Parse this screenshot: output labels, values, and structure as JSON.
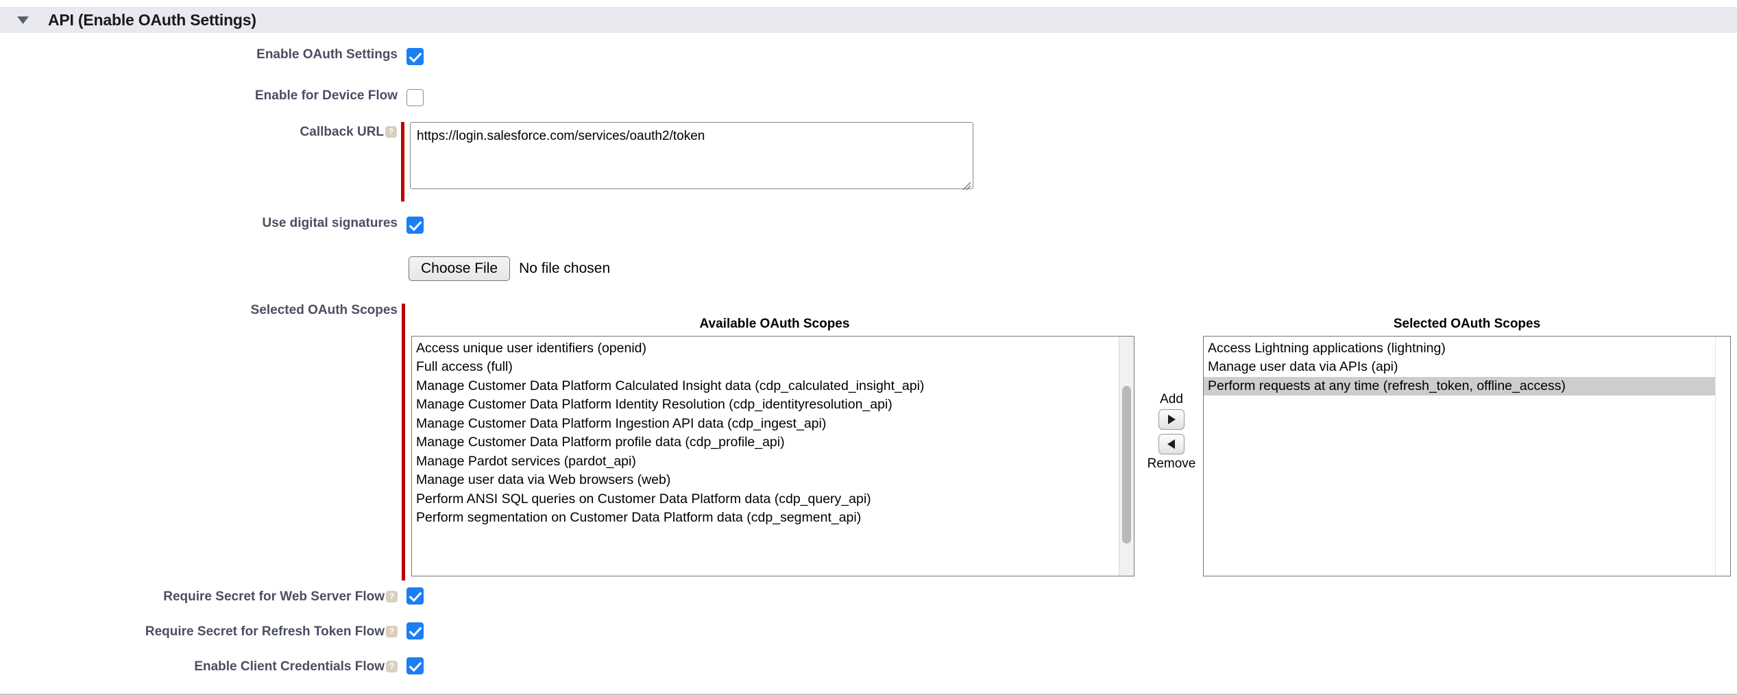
{
  "section": {
    "title": "API (Enable OAuth Settings)",
    "twisty_icon": "triangle-down-icon",
    "expanded": true
  },
  "fields": {
    "enable_oauth": {
      "label": "Enable OAuth Settings",
      "checked": true
    },
    "device_flow": {
      "label": "Enable for Device Flow",
      "checked": false
    },
    "callback_url": {
      "label": "Callback URL",
      "help_icon": "help-icon",
      "required": true,
      "value": "https://login.salesforce.com/services/oauth2/token",
      "placeholder": ""
    },
    "digital_signatures": {
      "label": "Use digital signatures",
      "checked": true
    },
    "file_upload": {
      "button_label": "Choose File",
      "status_text": "No file chosen"
    },
    "selected_scopes_label": {
      "label": "Selected OAuth Scopes",
      "required": true
    },
    "require_secret_web_server": {
      "label": "Require Secret for Web Server Flow",
      "help_icon": "help-icon",
      "checked": true
    },
    "require_secret_refresh_token": {
      "label": "Require Secret for Refresh Token Flow",
      "help_icon": "help-icon",
      "checked": true
    },
    "enable_client_credentials": {
      "label": "Enable Client Credentials Flow",
      "help_icon": "help-icon",
      "checked": true
    }
  },
  "scopes": {
    "available_title": "Available OAuth Scopes",
    "selected_title": "Selected OAuth Scopes",
    "available": [
      "Access unique user identifiers (openid)",
      "Full access (full)",
      "Manage Customer Data Platform Calculated Insight data (cdp_calculated_insight_api)",
      "Manage Customer Data Platform Identity Resolution (cdp_identityresolution_api)",
      "Manage Customer Data Platform Ingestion API data (cdp_ingest_api)",
      "Manage Customer Data Platform profile data (cdp_profile_api)",
      "Manage Pardot services (pardot_api)",
      "Manage user data via Web browsers (web)",
      "Perform ANSI SQL queries on Customer Data Platform data (cdp_query_api)",
      "Perform segmentation on Customer Data Platform data (cdp_segment_api)"
    ],
    "selected": [
      "Access Lightning applications (lightning)",
      "Manage user data via APIs (api)",
      "Perform requests at any time (refresh_token, offline_access)"
    ],
    "selected_highlighted_index": 2,
    "add_label": "Add",
    "remove_label": "Remove",
    "add_icon": "arrow-right-icon",
    "remove_icon": "arrow-left-icon"
  },
  "colors": {
    "header_bg": "#e8eaef",
    "label_text": "#4a4e62",
    "required_bar": "#c00000",
    "checkbox_on": "#1a7ef4",
    "help_icon_bg": "#d9cfbc",
    "selection_bg": "#cdcdcd"
  }
}
